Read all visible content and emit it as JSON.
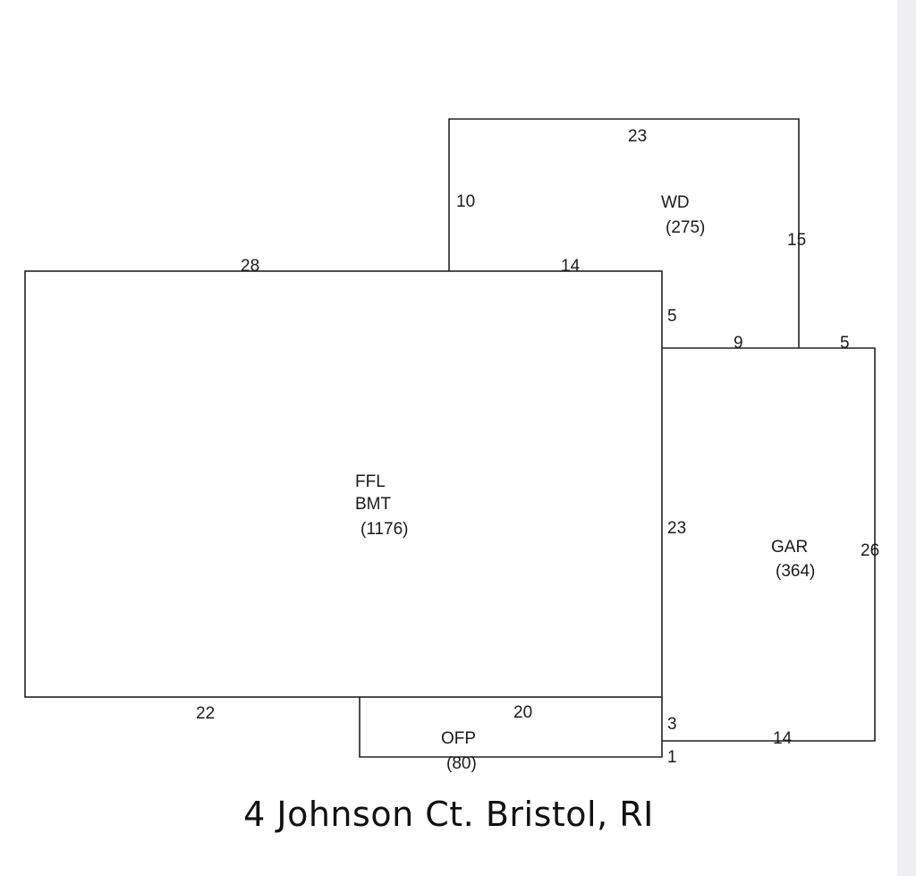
{
  "areas": {
    "main": {
      "lines": [
        "FFL",
        "BMT",
        "(1176)"
      ]
    },
    "deck": {
      "lines": [
        "WD",
        "(275)"
      ]
    },
    "garage": {
      "lines": [
        "GAR",
        "(364)"
      ]
    },
    "porch": {
      "lines": [
        "OFP",
        "(80)"
      ]
    }
  },
  "dimensions": {
    "main_top_left": "28",
    "main_top_right": "14",
    "main_right": "23",
    "main_bottom_left": "22",
    "main_bottom_right": "20",
    "deck_top": "23",
    "deck_left": "10",
    "deck_right": "15",
    "deck_lower_right": "5",
    "garage_top_left": "9",
    "garage_top_right": "5",
    "garage_right": "26",
    "garage_bottom": "14",
    "porch_right_upper": "3",
    "porch_right_lower": "1"
  },
  "caption": "4 Johnson Ct. Bristol, RI"
}
